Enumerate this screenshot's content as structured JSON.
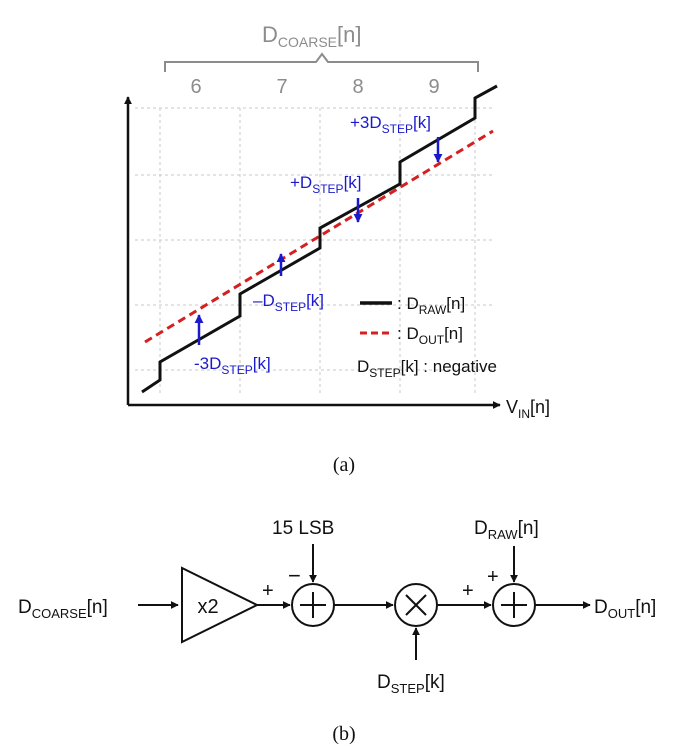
{
  "panel_a": {
    "caption": "(a)",
    "coarse_label": {
      "main": "D",
      "sub": "COARSE",
      "tail": "[n]"
    },
    "coarse_codes": [
      "6",
      "7",
      "8",
      "9"
    ],
    "x_axis": {
      "main": "V",
      "sub": "IN",
      "tail": "[n]"
    },
    "annotations": {
      "plus3": {
        "main": "+3D",
        "sub": "STEP",
        "tail": "[k]"
      },
      "plus1": {
        "main": "+D",
        "sub": "STEP",
        "tail": "[k]"
      },
      "minus1": {
        "main": "–D",
        "sub": "STEP",
        "tail": "[k]"
      },
      "minus3": {
        "main": "-3D",
        "sub": "STEP",
        "tail": "[k]"
      }
    },
    "legend": {
      "raw": {
        "prefix": ": D",
        "sub": "RAW",
        "tail": "[n]"
      },
      "out": {
        "prefix": ": D",
        "sub": "OUT",
        "tail": "[n]"
      },
      "note": {
        "main": "D",
        "sub": "STEP",
        "tail": "[k] : negative"
      }
    },
    "colors": {
      "raw": "#111111",
      "out": "#d42020",
      "arrow": "#1a1acc",
      "grid": "#c8c8c8",
      "gray_text": "#8c8c8c"
    }
  },
  "panel_b": {
    "caption": "(b)",
    "input": {
      "main": "D",
      "sub": "COARSE",
      "tail": "[n]"
    },
    "gain_label": "x2",
    "lsb_label": "15 LSB",
    "sign_minus": "−",
    "sign_plus_1": "+",
    "sign_plus_2": "+",
    "sign_plus_3": "+",
    "dstep": {
      "main": "D",
      "sub": "STEP",
      "tail": "[k]"
    },
    "draw": {
      "main": "D",
      "sub": "RAW",
      "tail": "[n]"
    },
    "output": {
      "main": "D",
      "sub": "OUT",
      "tail": "[n]"
    }
  }
}
